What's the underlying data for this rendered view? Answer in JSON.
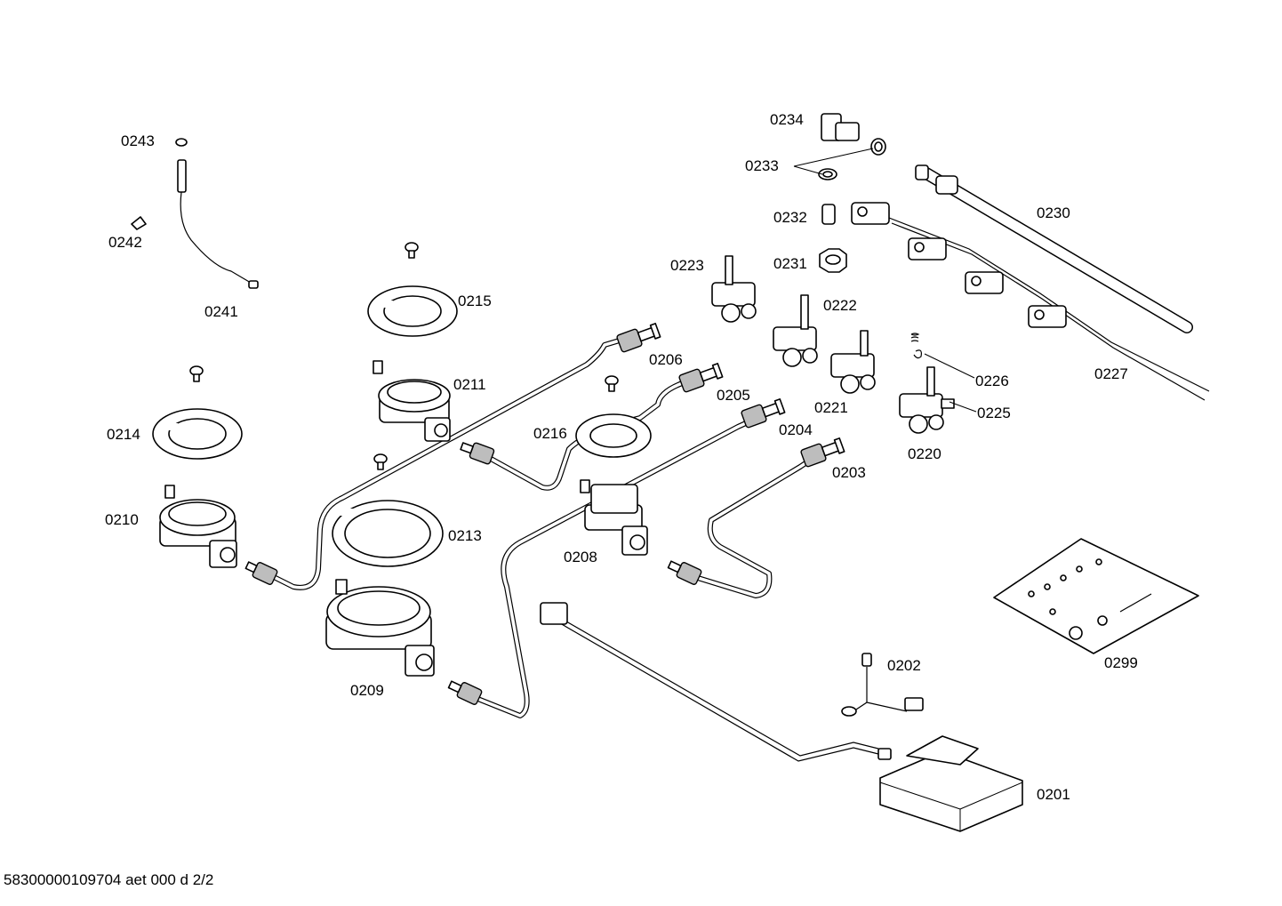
{
  "labels": {
    "p0201": "0201",
    "p0202": "0202",
    "p0203": "0203",
    "p0204": "0204",
    "p0205": "0205",
    "p0206": "0206",
    "p0208": "0208",
    "p0209": "0209",
    "p0210": "0210",
    "p0211": "0211",
    "p0213": "0213",
    "p0214": "0214",
    "p0215": "0215",
    "p0216": "0216",
    "p0220": "0220",
    "p0221": "0221",
    "p0222": "0222",
    "p0223": "0223",
    "p0225": "0225",
    "p0226": "0226",
    "p0227": "0227",
    "p0230": "0230",
    "p0231": "0231",
    "p0232": "0232",
    "p0233": "0233",
    "p0234": "0234",
    "p0241": "0241",
    "p0242": "0242",
    "p0243": "0243",
    "p0299": "0299"
  },
  "footer": {
    "document_id": "58300000109704 aet 000 d 2/2"
  }
}
